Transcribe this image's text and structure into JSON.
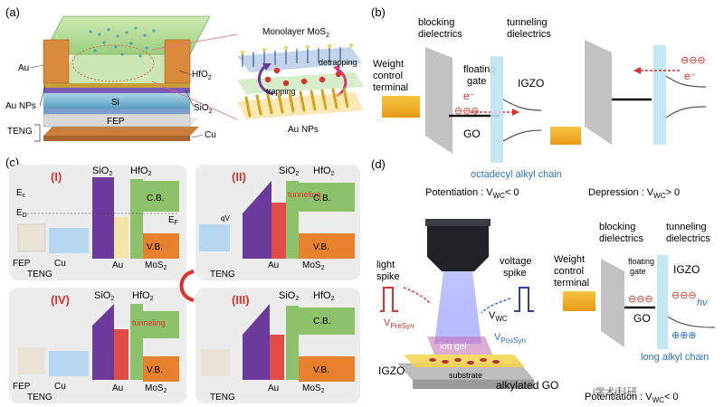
{
  "panels": {
    "a": {
      "tag": "(a)",
      "layers": {
        "au": "Au",
        "hfo2": "HfO",
        "au_nps": "Au NPs",
        "si": "Si",
        "sio2": "SiO",
        "teng": "TENG",
        "fep": "FEP",
        "cu": "Cu"
      },
      "inset": {
        "title": "Monolayer MoS",
        "detrapping": "detrapping",
        "trapping": "trapping",
        "au_nps": "Au NPs"
      }
    },
    "b": {
      "tag": "(b)",
      "blocking": [
        "blocking",
        "dielectrics"
      ],
      "tunneling": [
        "tunneling",
        "dielectrics"
      ],
      "weight": [
        "Weight",
        "control",
        "terminal"
      ],
      "floating": [
        "floating",
        "gate"
      ],
      "igzo": "IGZO",
      "go": "GO",
      "electron": "e⁻",
      "electrons": "⊖⊖⊖",
      "chain": "octadecyl alkyl chain",
      "potentiation": "Potentiation : V",
      "pot_sub": "WC",
      "pot_cond": "< 0",
      "depression": "Depression : V",
      "dep_sub": "WC",
      "dep_cond": "> 0"
    },
    "c": {
      "tag": "(c)",
      "states": [
        "I",
        "II",
        "III",
        "IV"
      ],
      "sio2": "SiO",
      "hfo2": "HfO",
      "cb": "C.B.",
      "vb": "V.B.",
      "au": "Au",
      "mos2": "MoS",
      "fep": "FEP",
      "cu": "Cu",
      "teng": "TENG",
      "ec": "E",
      "ec_sub": "c",
      "ed": "E",
      "ed_sub": "D",
      "ef": "E",
      "ef_sub": "F",
      "tunneling": "tunneling",
      "qv": "qV"
    },
    "d": {
      "tag": "(d)",
      "light": [
        "light",
        "spike"
      ],
      "voltage": [
        "voltage",
        "spike"
      ],
      "vpre": "V",
      "vpre_sub": "PreSyn",
      "vwc": "V",
      "vwc_sub": "WC",
      "vpos": "V",
      "vpos_sub": "PosSyn",
      "ion_gel": "ion gel",
      "substrate": "substrate",
      "igzo": "IGZO",
      "alkylated": "alkylated GO",
      "blocking": [
        "blocking",
        "dielectrics"
      ],
      "tunneling": [
        "tunneling",
        "dielectrics"
      ],
      "weight": [
        "Weight",
        "control",
        "terminal"
      ],
      "floating": [
        "floating",
        "gate"
      ],
      "igzo2": "IGZO",
      "go": "GO",
      "hv": "hv",
      "chain": "long alkyl chain",
      "potentiation": "Potentiation : V",
      "pot_sub": "WC",
      "pot_cond": "< 0"
    }
  },
  "watermark": "i学术i科研",
  "colors": {
    "gold": "#f2b41e",
    "orange": "#e8812e",
    "purple": "#6b3a9a",
    "green": "#8cc36a",
    "red": "#e0302a",
    "blue": "#2c6fd0",
    "gray": "#9a9a9a",
    "teal": "#bfe3f2"
  }
}
